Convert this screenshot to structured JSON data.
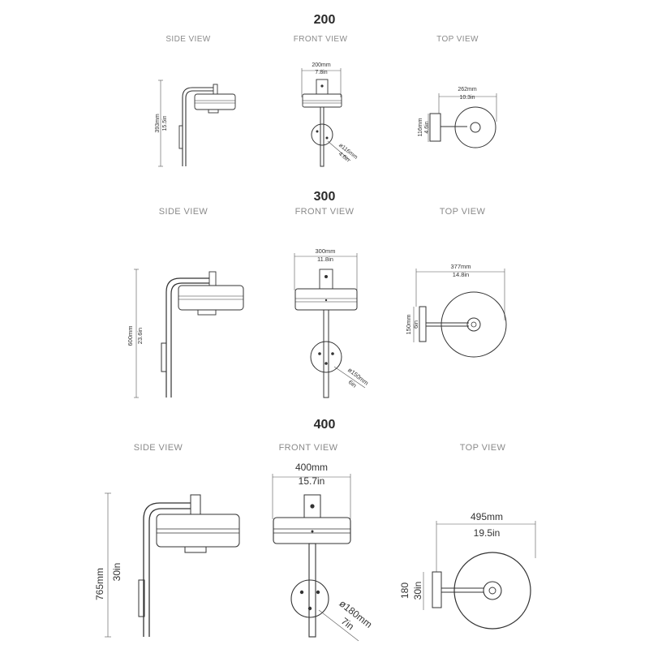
{
  "sections": [
    {
      "title": "200",
      "views": {
        "side": "SIDE VIEW",
        "front": "FRONT VIEW",
        "top": "TOP VIEW"
      },
      "height": {
        "mm": "393mm",
        "in": "15.5in"
      },
      "width": {
        "mm": "200mm",
        "in": "7.8in"
      },
      "diameter": {
        "mm": "ø116mm",
        "in": "4.6in"
      },
      "depth": {
        "mm": "262mm",
        "in": "10.3in"
      },
      "plate": {
        "mm": "116mm",
        "in": "4.6in"
      }
    },
    {
      "title": "300",
      "views": {
        "side": "SIDE VIEW",
        "front": "FRONT VIEW",
        "top": "TOP VIEW"
      },
      "height": {
        "mm": "600mm",
        "in": "23.6in"
      },
      "width": {
        "mm": "300mm",
        "in": "11.8in"
      },
      "diameter": {
        "mm": "ø150mm",
        "in": "6in"
      },
      "depth": {
        "mm": "377mm",
        "in": "14.8in"
      },
      "plate": {
        "mm": "150mm",
        "in": "6in"
      }
    },
    {
      "title": "400",
      "views": {
        "side": "SIDE VIEW",
        "front": "FRONT VIEW",
        "top": "TOP VIEW"
      },
      "height": {
        "mm": "765mm",
        "in": "30in"
      },
      "width": {
        "mm": "400mm",
        "in": "15.7in"
      },
      "diameter": {
        "mm": "ø180mm",
        "in": "7in"
      },
      "depth": {
        "mm": "495mm",
        "in": "19.5in"
      },
      "plate": {
        "mm": "180",
        "in": "30in"
      }
    }
  ]
}
